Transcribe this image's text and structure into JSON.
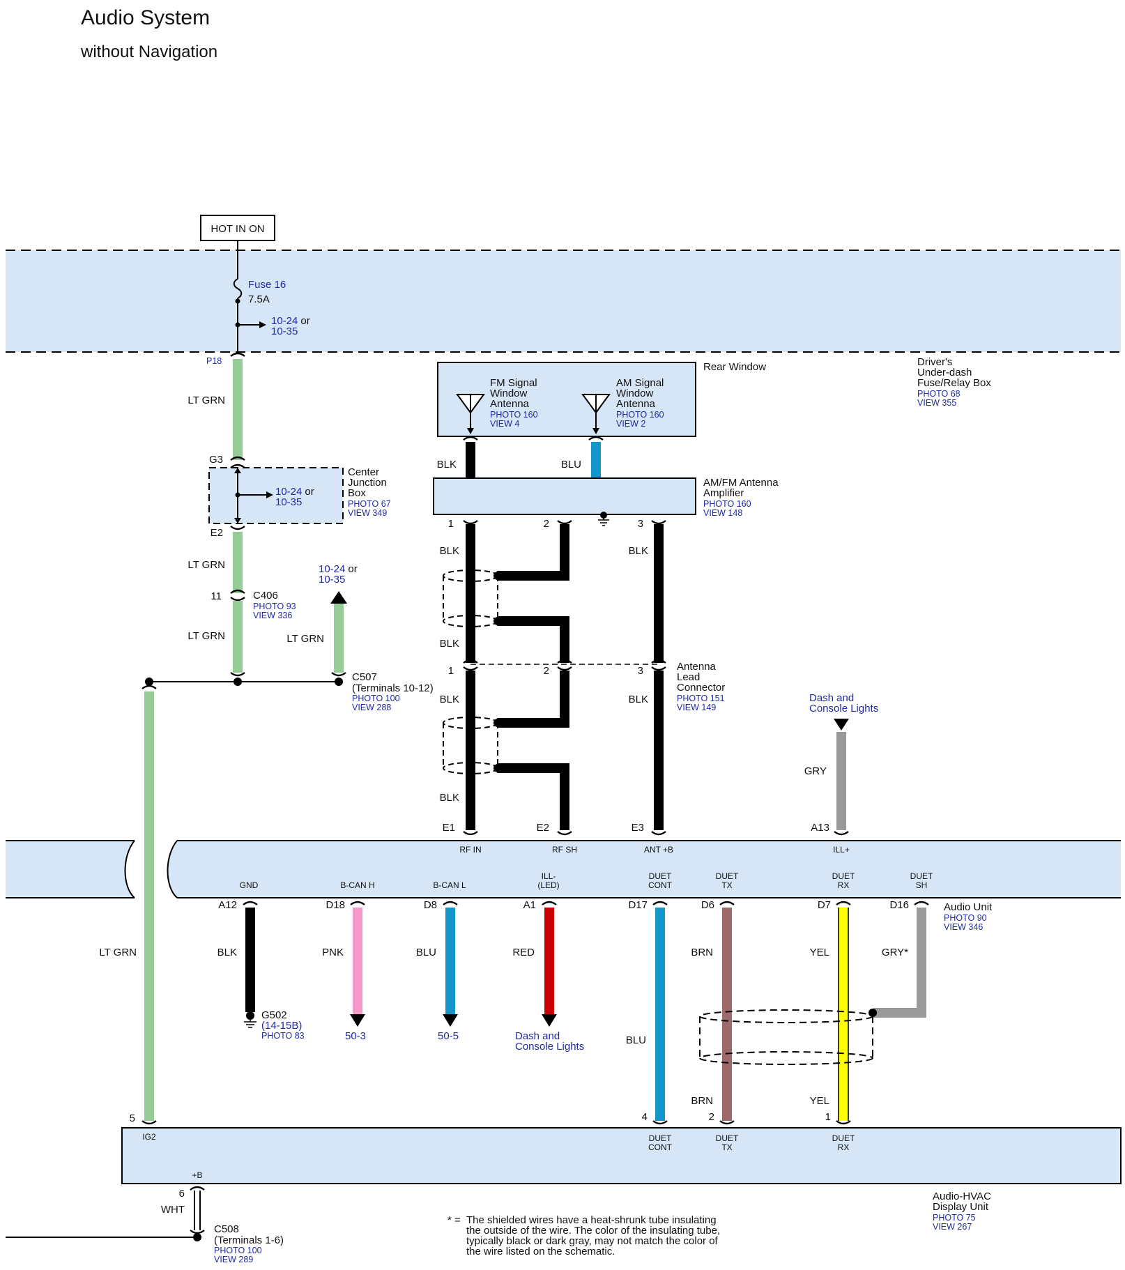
{
  "title": "Audio System",
  "subtitle": "without Navigation",
  "hot_in_on": "HOT IN ON",
  "fuse": {
    "name": "Fuse 16",
    "rating": "7.5A",
    "ref_a": "10-24",
    "ref_or": "or",
    "ref_b": "10-35"
  },
  "fuse_box": {
    "terminal": "P18",
    "name_1": "Driver's",
    "name_2": "Under-dash",
    "name_3": "Fuse/Relay Box",
    "photo": "PHOTO 68",
    "view": "VIEW 355"
  },
  "junction_box": {
    "top_terminal": "G3",
    "bottom_terminal": "E2",
    "name_1": "Center",
    "name_2": "Junction",
    "name_3": "Box",
    "photo": "PHOTO 67",
    "view": "VIEW 349",
    "ref_a": "10-24",
    "ref_or": "or",
    "ref_b": "10-35"
  },
  "wire_colors": {
    "ltgrn": "#96cc96",
    "blk": "#000000",
    "blu": "#1596c8",
    "pnk": "#f59ac8",
    "red": "#cc0000",
    "brn": "#9c6a6a",
    "yel": "#ffff00",
    "gry": "#9a9a9a",
    "panel": "#d6e6f6"
  },
  "labels": {
    "ltgrn": "LT GRN",
    "blk": "BLK",
    "blu": "BLU",
    "pnk": "PNK",
    "red": "RED",
    "brn": "BRN",
    "yel": "YEL",
    "gry": "GRY",
    "gry_star": "GRY*",
    "wht": "WHT"
  },
  "c406": {
    "pin": "11",
    "name": "C406",
    "photo": "PHOTO 93",
    "view": "VIEW 336"
  },
  "c507": {
    "name": "C507",
    "terminals": "(Terminals 10-12)",
    "photo": "PHOTO 100",
    "view": "VIEW 288",
    "ref_a": "10-24",
    "ref_or": "or",
    "ref_b": "10-35"
  },
  "rear_window": {
    "name": "Rear Window",
    "fm_1": "FM Signal",
    "fm_2": "Window",
    "fm_3": "Antenna",
    "fm_photo": "PHOTO 160",
    "fm_view": "VIEW 4",
    "am_1": "AM Signal",
    "am_2": "Window",
    "am_3": "Antenna",
    "am_photo": "PHOTO 160",
    "am_view": "VIEW 2"
  },
  "amplifier": {
    "name_1": "AM/FM Antenna",
    "name_2": "Amplifier",
    "photo": "PHOTO 160",
    "view": "VIEW 148",
    "pin1": "1",
    "pin2": "2",
    "pin3": "3"
  },
  "antenna_lead": {
    "name_1": "Antenna",
    "name_2": "Lead",
    "name_3": "Connector",
    "photo": "PHOTO 151",
    "view": "VIEW 149",
    "pin1": "1",
    "pin2": "2",
    "pin3": "3"
  },
  "dash_lights": {
    "line_1": "Dash and",
    "line_2": "Console Lights"
  },
  "audio_unit": {
    "name": "Audio Unit",
    "photo": "PHOTO 90",
    "view": "VIEW 346",
    "top_pins": [
      {
        "pin": "E1",
        "label": "RF IN"
      },
      {
        "pin": "E2",
        "label": "RF SH"
      },
      {
        "pin": "E3",
        "label": "ANT +B"
      },
      {
        "pin": "A13",
        "label": "ILL+"
      }
    ],
    "bottom_pins": [
      {
        "pin": "A12",
        "label_1": "GND",
        "label_2": ""
      },
      {
        "pin": "D18",
        "label_1": "B-CAN H",
        "label_2": ""
      },
      {
        "pin": "D8",
        "label_1": "B-CAN L",
        "label_2": ""
      },
      {
        "pin": "A1",
        "label_1": "ILL-",
        "label_2": "(LED)"
      },
      {
        "pin": "D17",
        "label_1": "DUET",
        "label_2": "CONT"
      },
      {
        "pin": "D6",
        "label_1": "DUET",
        "label_2": "TX"
      },
      {
        "pin": "D7",
        "label_1": "DUET",
        "label_2": "RX"
      },
      {
        "pin": "D16",
        "label_1": "DUET",
        "label_2": "SH"
      }
    ]
  },
  "g502": {
    "name": "G502",
    "grid": "(14-15B)",
    "photo": "PHOTO 83"
  },
  "ref_50_3": "50-3",
  "ref_50_5": "50-5",
  "hvac_unit": {
    "name_1": "Audio-HVAC",
    "name_2": "Display Unit",
    "photo": "PHOTO 75",
    "view": "VIEW 267",
    "ig2_pin": "5",
    "ig2": "IG2",
    "b_pin": "6",
    "b_label": "+B",
    "duet_cont_pin": "4",
    "duet_tx_pin": "2",
    "duet_rx_pin": "1",
    "duet": "DUET",
    "cont": "CONT",
    "tx": "TX",
    "rx": "RX"
  },
  "c508": {
    "name": "C508",
    "terminals": "(Terminals 1-6)",
    "photo": "PHOTO 100",
    "view": "VIEW 289"
  },
  "footnote": {
    "mark": "* =",
    "line_1": "The shielded wires have a heat-shrunk tube insulating",
    "line_2": "the outside of the wire. The color of the insulating tube,",
    "line_3": "typically black or dark gray, may not match the color of",
    "line_4": "the wire listed on the schematic."
  }
}
